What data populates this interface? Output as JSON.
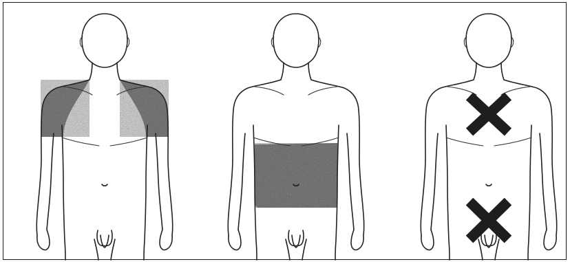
{
  "figure": {
    "panels": [
      {
        "shaded_region": "shoulders-and-upper-arms",
        "marks": []
      },
      {
        "shaded_region": "abdomen-and-lower-back",
        "marks": []
      },
      {
        "shaded_region": "",
        "marks": [
          "chest",
          "groin"
        ]
      }
    ],
    "colors": {
      "outline": "#222222",
      "shading": "#8c8c8c",
      "cross": "#1e1e1e",
      "background": "#ffffff"
    }
  }
}
